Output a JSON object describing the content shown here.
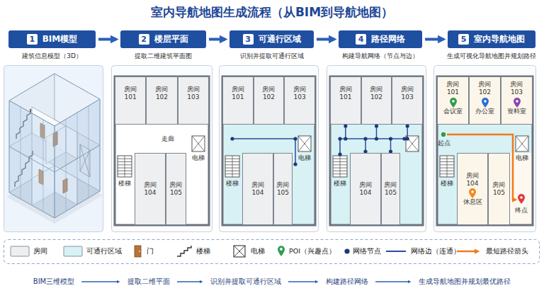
{
  "diagram": {
    "title": "室内导航地图生成流程（从BIM到导航地图）",
    "nodes": [
      {
        "text": [
          "1",
          "BIM模型"
        ]
      },
      {
        "text": [
          "2",
          "楼层平面"
        ]
      },
      {
        "text": [
          "3",
          "可通行区域"
        ]
      },
      {
        "text": [
          "4",
          "路径网络"
        ]
      },
      {
        "text": [
          "5",
          "室内导航地图"
        ]
      },
      {
        "text": [
          "房间 101"
        ]
      },
      {
        "text": [
          "房间 102"
        ]
      },
      {
        "text": [
          "房间 103"
        ]
      },
      {
        "text": [
          "房间 104"
        ]
      },
      {
        "text": [
          "房间 105"
        ]
      },
      {
        "text": [
          "房间 101"
        ]
      },
      {
        "text": [
          "房间 102"
        ]
      },
      {
        "text": [
          "房间 103"
        ]
      },
      {
        "text": [
          "房间 104"
        ]
      },
      {
        "text": [
          "房间 105"
        ]
      },
      {
        "text": [
          "房间 101"
        ]
      },
      {
        "text": [
          "房间 102"
        ]
      },
      {
        "text": [
          "房间 103"
        ]
      },
      {
        "text": [
          "房间 104"
        ]
      },
      {
        "text": [
          "房间 105"
        ]
      },
      {
        "text": [
          "房间 101",
          "会议室"
        ]
      },
      {
        "text": [
          "房间 102",
          "办公室"
        ]
      },
      {
        "text": [
          "房间 103",
          "资料室"
        ]
      },
      {
        "text": [
          "房间 104",
          "休息区"
        ]
      },
      {
        "text": [
          "房间 105"
        ]
      }
    ],
    "edges": [
      {
        "from": 0,
        "to": 1,
        "arrow": "to"
      },
      {
        "from": 1,
        "to": 2,
        "arrow": "to"
      },
      {
        "from": 2,
        "to": 3,
        "arrow": "to"
      },
      {
        "from": 3,
        "to": 4,
        "arrow": "to"
      }
    ],
    "labels": [
      "建筑信息模型（3D）",
      "提取二维建筑平面图",
      "识别并提取可通行区域",
      "构建导航网络（节点与边）",
      "生成可视化导航地图并规划路径",
      "走廊",
      "楼梯",
      "电梯",
      "楼梯",
      "电梯",
      "楼梯",
      "起点",
      "楼梯",
      "电梯",
      "终点",
      "BIM三维模型",
      "提取二维平面",
      "识别并提取可通行区域",
      "构建路径网络",
      "生成导航地图并规划最优路径"
    ],
    "legend": [
      {
        "text": "房间",
        "color": "#eeeff1"
      },
      {
        "text": "可通行区域",
        "color": "#d8f1f4"
      },
      {
        "text": "门"
      },
      {
        "text": "楼梯"
      },
      {
        "text": "电梯"
      },
      {
        "text": "POI（兴趣点）"
      },
      {
        "text": "网络节点"
      },
      {
        "text": "网络边（连通）"
      },
      {
        "text": "最短路径箭头"
      }
    ]
  }
}
